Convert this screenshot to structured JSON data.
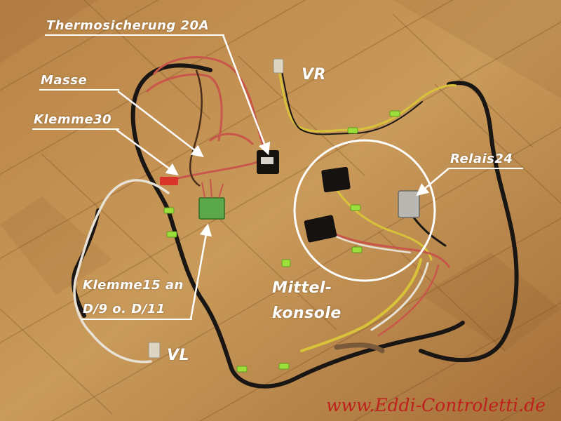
{
  "labels": {
    "thermosicherung": "Thermosicherung 20A",
    "masse": "Masse",
    "klemme30": "Klemme30",
    "vr": "VR",
    "relais24": "Relais24",
    "mittel_line1": "Mittel-",
    "mittel_line2": "konsole",
    "klemme15_line1": "Klemme15 an",
    "klemme15_line2": "D/9 o. D/11",
    "vl": "VL"
  },
  "watermark": "www.Eddi-Controletti.de",
  "colors": {
    "wood_light": "#c89552",
    "wood_dark": "#8a5a2a",
    "label_text": "#ffffff",
    "watermark_text": "#c0201c",
    "wire_black": "#1a1614",
    "wire_red": "#c8564a",
    "wire_yellow": "#d8c23a",
    "wire_white": "#e8e2d6",
    "connector_green": "#5aa84a",
    "clip_green": "#9be03a"
  }
}
